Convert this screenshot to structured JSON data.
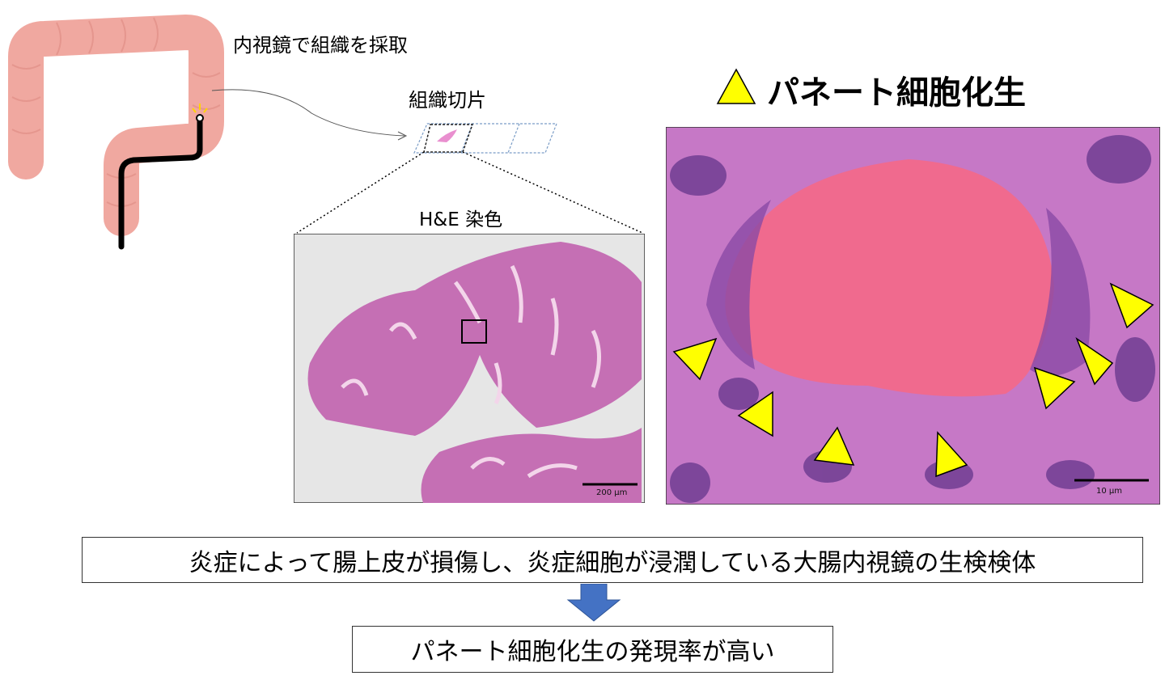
{
  "labels": {
    "endoscopy": "内視鏡で組織を採取",
    "section": "組織切片",
    "he_stain": "H&E 染色",
    "legend": "パネート細胞化生"
  },
  "scale_bars": {
    "low_mag": "200 µm",
    "high_mag": "10 µm"
  },
  "flow": {
    "finding": "炎症によって腸上皮が損傷し、炎症細胞が浸潤している大腸内視鏡の生検検体",
    "result": "パネート細胞化生の発現率が高い"
  },
  "colors": {
    "colon": "#f0a8a0",
    "endoscope": "#000000",
    "arrowhead": "#ffff00",
    "flow_arrow": "#4472c4",
    "tissue": "#c878b8"
  }
}
